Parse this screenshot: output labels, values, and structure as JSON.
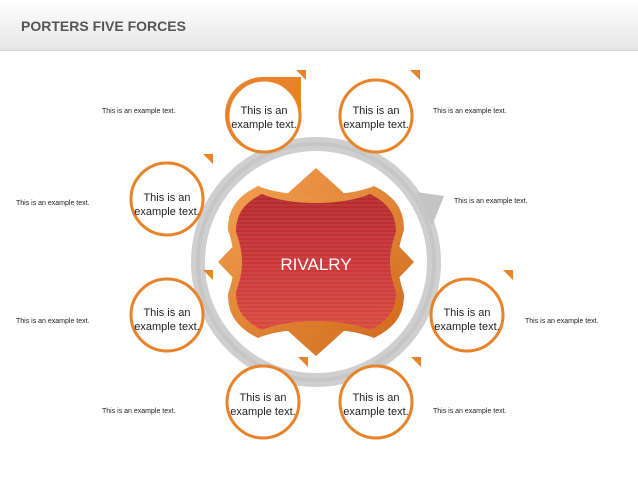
{
  "page": {
    "title": "PORTERS FIVE FORCES"
  },
  "diagram": {
    "center": {
      "label": "RIVALRY",
      "color": "#c9363a",
      "rim_color": "#e8832a"
    },
    "colors": {
      "accent": "#e8832a",
      "ring": "#b9b9b9",
      "bubble_fill": "#ffffff"
    },
    "bubbles": [
      {
        "id": "top-left",
        "line1": "This is an",
        "line2": "example text.",
        "side_text": "This is an example text."
      },
      {
        "id": "top-right",
        "line1": "This is an",
        "line2": "example text.",
        "side_text": "This is an example text."
      },
      {
        "id": "upper-left",
        "line1": "This is an",
        "line2": "example text.",
        "side_text": "This is an example text."
      },
      {
        "id": "right",
        "line1": "This is an",
        "line2": "example text.",
        "side_text": "This is an example text."
      },
      {
        "id": "lower-left",
        "line1": "This is an",
        "line2": "example text.",
        "side_text": "This is an example text."
      },
      {
        "id": "bottom-left",
        "line1": "This is an",
        "line2": "example text.",
        "side_text": "This is an example text."
      },
      {
        "id": "bottom-right",
        "line1": "This is an",
        "line2": "example text.",
        "side_text": "This is an example text."
      }
    ],
    "arrow_side_text": "This is an example text."
  }
}
